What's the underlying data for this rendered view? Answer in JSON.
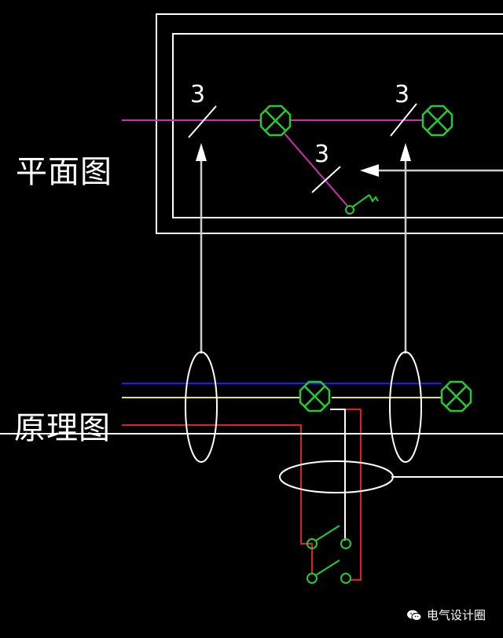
{
  "labels": {
    "plan": "平面图",
    "schematic": "原理图"
  },
  "plan": {
    "conductor_counts": [
      "3",
      "3",
      "3"
    ]
  },
  "watermark": {
    "text": "电气设计圈",
    "icon": "wechat-icon"
  },
  "colors": {
    "background": "#000000",
    "room_outline": "#ffffff",
    "plan_circuit": "#cc33aa",
    "lamp": "#22cc33",
    "switch": "#22cc33",
    "phase_blue": "#1a1aff",
    "phase_yellow": "#e8e84a",
    "phase_red": "#e02020",
    "neutral_white": "#ffffff",
    "leader_grey": "#cccccc"
  }
}
